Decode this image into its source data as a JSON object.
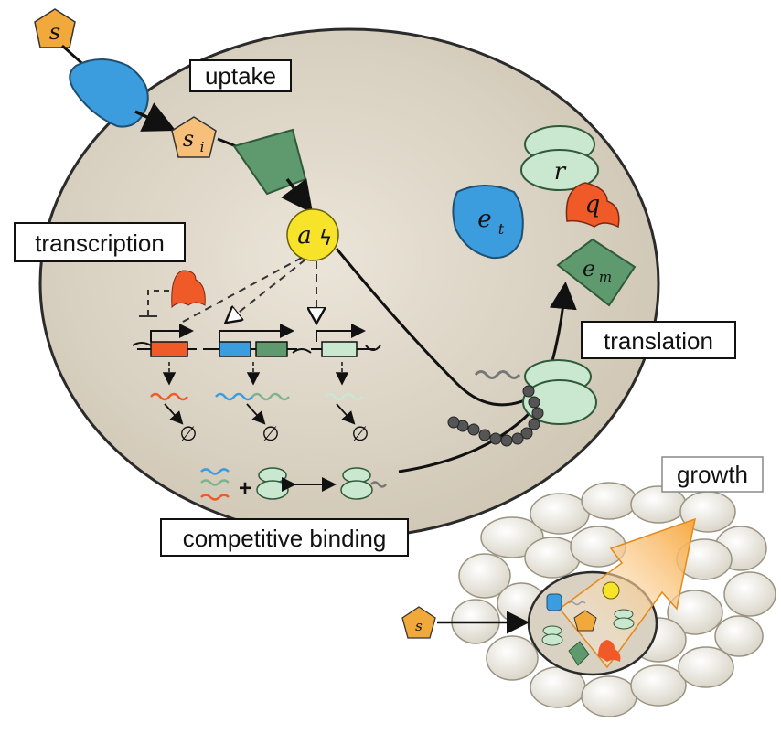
{
  "labels": {
    "uptake": "uptake",
    "transcription": "transcription",
    "translation": "translation",
    "competitive_binding": "competitive binding",
    "growth": "growth"
  },
  "symbols": {
    "substrate": "s",
    "internal_substrate": "s",
    "internal_substrate_sub": "i",
    "energy": "a",
    "energy_bolt": "ϟ",
    "transporter": "e",
    "transporter_sub": "t",
    "metabolic_enzyme": "e",
    "metabolic_enzyme_sub": "m",
    "ribosome": "r",
    "housekeeping": "q",
    "plus": "+",
    "degraded": "∅",
    "small_substrate": "s"
  },
  "colors": {
    "cell_fill": "#d9d1c1",
    "cell_stroke": "#2b2b2b",
    "substrate": "#f2a93b",
    "transporter": "#3b9ddd",
    "enzyme": "#5f9a6e",
    "ribosome": "#c9e8cf",
    "housekeeping": "#f05a28",
    "energy": "#f7e32a",
    "growth_arrow": "#f7a941"
  }
}
